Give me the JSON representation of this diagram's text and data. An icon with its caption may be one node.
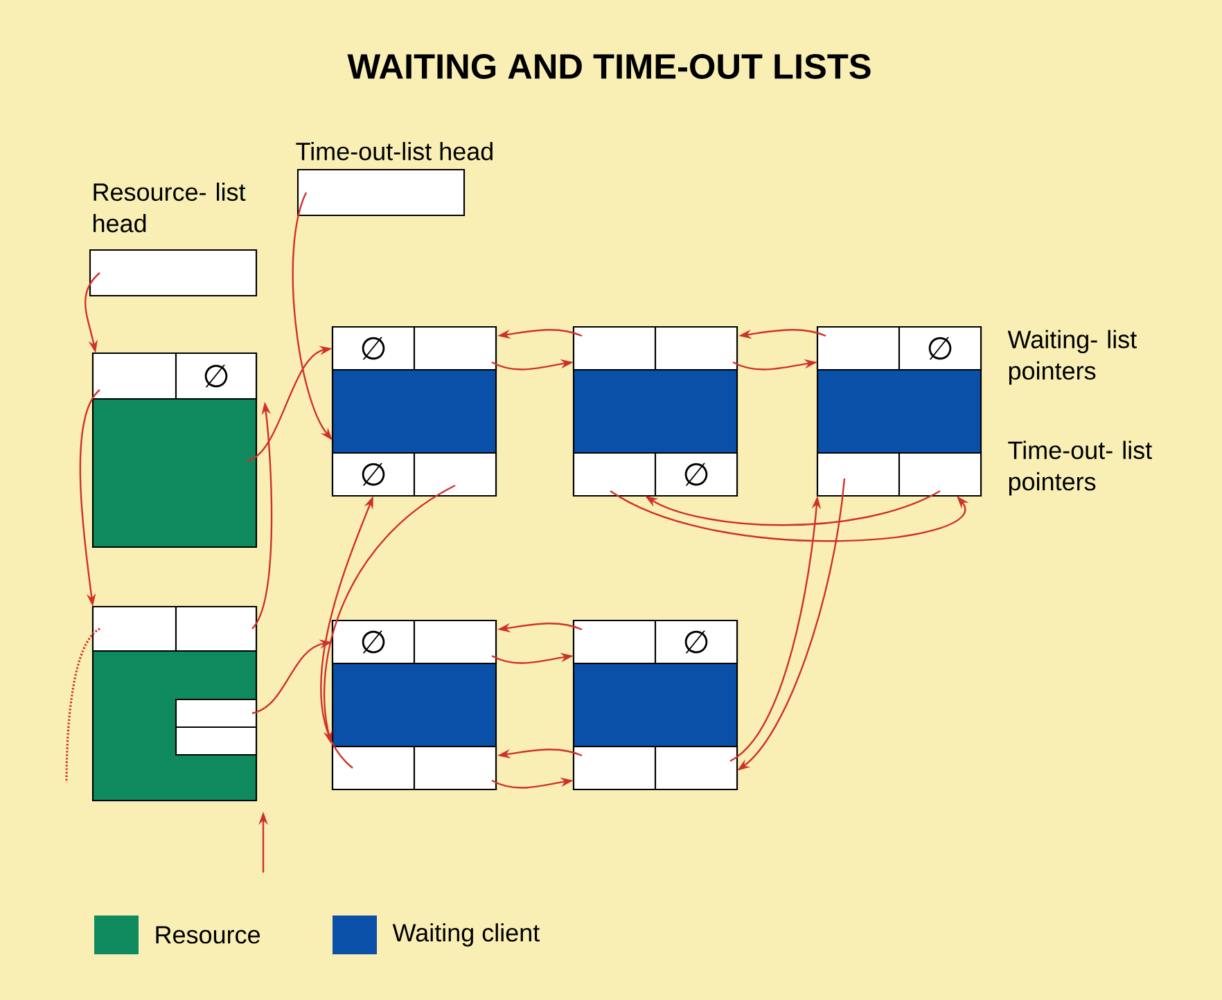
{
  "diagram": {
    "title": "WAITING AND TIME-OUT LISTS",
    "nodes": [
      {
        "text": [
          "Time-out-list head"
        ]
      },
      {
        "text": [
          "Resource- list head"
        ]
      },
      {
        "text": [],
        "shape": "box"
      },
      {
        "text": [],
        "shape": "box",
        "in": 2
      },
      {
        "text": [
          "∅"
        ],
        "in": 2
      },
      {
        "text": [],
        "shape": "box"
      },
      {
        "text": [
          "∅"
        ],
        "in": 5
      },
      {
        "text": [],
        "shape": "box",
        "in": 5
      },
      {
        "text": [
          "∅"
        ],
        "in": 5
      },
      {
        "text": [],
        "shape": "box",
        "in": 5
      },
      {
        "text": [],
        "shape": "box"
      },
      {
        "text": [],
        "shape": "box",
        "in": 10
      },
      {
        "text": [],
        "shape": "box",
        "in": 10
      },
      {
        "text": [],
        "shape": "box",
        "in": 10
      },
      {
        "text": [
          "∅"
        ],
        "in": 10
      },
      {
        "text": [],
        "shape": "box"
      },
      {
        "text": [],
        "shape": "box",
        "in": 15
      },
      {
        "text": [
          "∅"
        ],
        "in": 15
      },
      {
        "text": [],
        "shape": "box",
        "in": 15
      },
      {
        "text": [],
        "shape": "box",
        "in": 15
      },
      {
        "text": [],
        "shape": "box"
      },
      {
        "text": [],
        "shape": "box",
        "in": 20
      },
      {
        "text": [],
        "shape": "box",
        "in": 20
      },
      {
        "text": [],
        "shape": "box",
        "in": 20
      },
      {
        "text": [],
        "shape": "box",
        "in": 20
      },
      {
        "text": [],
        "shape": "box"
      },
      {
        "text": [
          "∅"
        ],
        "in": 25
      },
      {
        "text": [],
        "shape": "box",
        "in": 25
      },
      {
        "text": [],
        "shape": "box",
        "in": 25
      },
      {
        "text": [],
        "shape": "box",
        "in": 25
      },
      {
        "text": [],
        "shape": "box"
      },
      {
        "text": [],
        "shape": "box",
        "in": 30
      },
      {
        "text": [
          "∅"
        ],
        "in": 30
      },
      {
        "text": [],
        "shape": "box",
        "in": 30
      },
      {
        "text": [],
        "shape": "box",
        "in": 30
      }
    ],
    "edges": [
      {
        "from": 1,
        "to": 2,
        "arrow": "to"
      },
      {
        "from": 0,
        "to": 5,
        "arrow": "to"
      },
      {
        "from": 2,
        "to": 6,
        "arrow": "to"
      },
      {
        "from": 22,
        "to": 2,
        "arrow": "to"
      },
      {
        "from": 3,
        "to": 20,
        "arrow": "to"
      },
      {
        "from": 21,
        "to": null,
        "arrow": "none",
        "style": "dashed"
      },
      {
        "from": null,
        "to": 20,
        "arrow": "to"
      },
      {
        "from": 23,
        "to": 26,
        "arrow": "to"
      },
      {
        "from": 9,
        "to": 28,
        "arrow": "to"
      },
      {
        "from": 28,
        "to": 8,
        "arrow": "to"
      },
      {
        "from": 7,
        "to": 11,
        "arrow": "to"
      },
      {
        "from": 11,
        "to": 7,
        "arrow": "to"
      },
      {
        "from": 12,
        "to": 16,
        "arrow": "to"
      },
      {
        "from": 16,
        "to": 12,
        "arrow": "to"
      },
      {
        "from": 27,
        "to": 31,
        "arrow": "to"
      },
      {
        "from": 31,
        "to": 27,
        "arrow": "to"
      },
      {
        "from": 29,
        "to": 33,
        "arrow": "to"
      },
      {
        "from": 33,
        "to": 29,
        "arrow": "to"
      },
      {
        "from": 13,
        "to": 19,
        "arrow": "to"
      },
      {
        "from": 19,
        "to": 13,
        "arrow": "to"
      },
      {
        "from": 34,
        "to": 18,
        "arrow": "to"
      },
      {
        "from": 18,
        "to": 34,
        "arrow": "to"
      }
    ],
    "labels": [
      "Waiting- list pointers",
      "Time-out- list pointers"
    ],
    "legend": [
      {
        "text": "Resource",
        "color": "#0f8a5f"
      },
      {
        "text": "Waiting client",
        "color": "#0a4fa8"
      }
    ]
  }
}
